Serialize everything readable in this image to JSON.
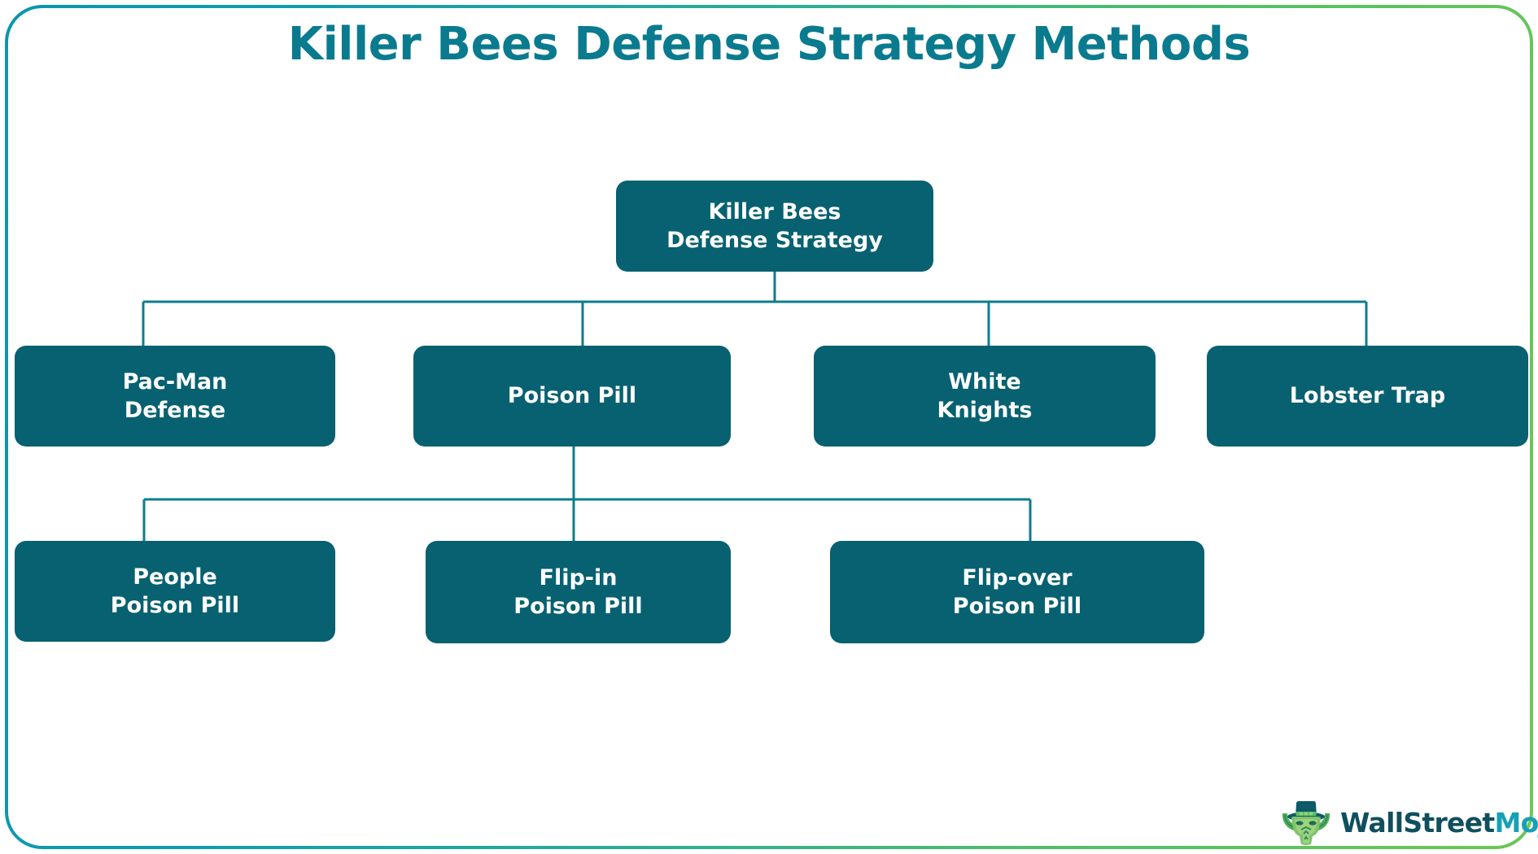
{
  "page": {
    "title": "Killer Bees Defense Strategy Methods",
    "background_color": "#ffffff",
    "frame_gradient_from": "#0a96ad",
    "frame_gradient_to": "#6cc756",
    "title_color": "#0a7b8f",
    "node_fill": "#076171",
    "node_text_color": "#ffffff",
    "connector_color": "#0d7d8c"
  },
  "diagram": {
    "type": "hierarchy-tree",
    "root": {
      "id": "killer-bees-defense-strategy",
      "line1": "Killer Bees",
      "line2": "Defense Strategy"
    },
    "level2": [
      {
        "id": "pac-man-defense",
        "line1": "Pac-Man",
        "line2": "Defense"
      },
      {
        "id": "poison-pill",
        "line1": "Poison Pill",
        "line2": ""
      },
      {
        "id": "white-knights",
        "line1": "White",
        "line2": "Knights"
      },
      {
        "id": "lobster-trap",
        "line1": "Lobster Trap",
        "line2": ""
      }
    ],
    "level3": [
      {
        "id": "people-poison-pill",
        "line1": "People",
        "line2": "Poison Pill"
      },
      {
        "id": "flip-in-poison-pill",
        "line1": "Flip-in",
        "line2": "Poison Pill"
      },
      {
        "id": "flip-over-poison-pill",
        "line1": "Flip-over",
        "line2": "Poison Pill"
      }
    ]
  },
  "logo": {
    "icon": "bull-mascot-icon",
    "text_primary": "WallStreet",
    "text_secondary": "Mojo",
    "color_primary": "#0f4f5e",
    "color_secondary": "#16a0b5"
  }
}
